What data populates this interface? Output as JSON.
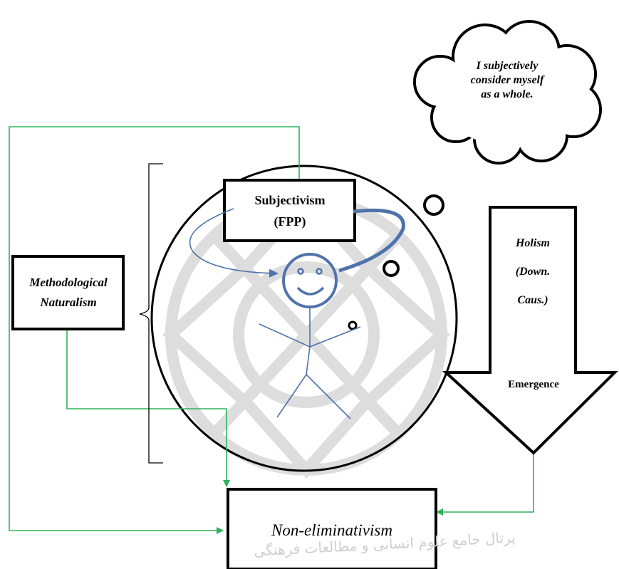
{
  "thought_bubble": {
    "lines": [
      "I subjectively",
      "consider myself",
      "as a whole."
    ]
  },
  "subjectivism_box": {
    "line1": "Subjectivism",
    "line2": "(FPP)"
  },
  "methodological_box": {
    "line1": "Methodological",
    "line2": "Naturalism"
  },
  "holism_arrow": {
    "line1": "Holism",
    "line2": "(Down.",
    "line3": "Caus.)",
    "inner_label": "Emergence"
  },
  "result_box": {
    "label": "Non-eliminativism"
  },
  "colors": {
    "connector": "#2db35a",
    "stick_figure": "#4f73ab",
    "outline": "#000000",
    "watermark": "#c9c9c9"
  },
  "watermark": {
    "text": "پرتال جامع علوم انسانی و مطالعات فرهنگی"
  }
}
